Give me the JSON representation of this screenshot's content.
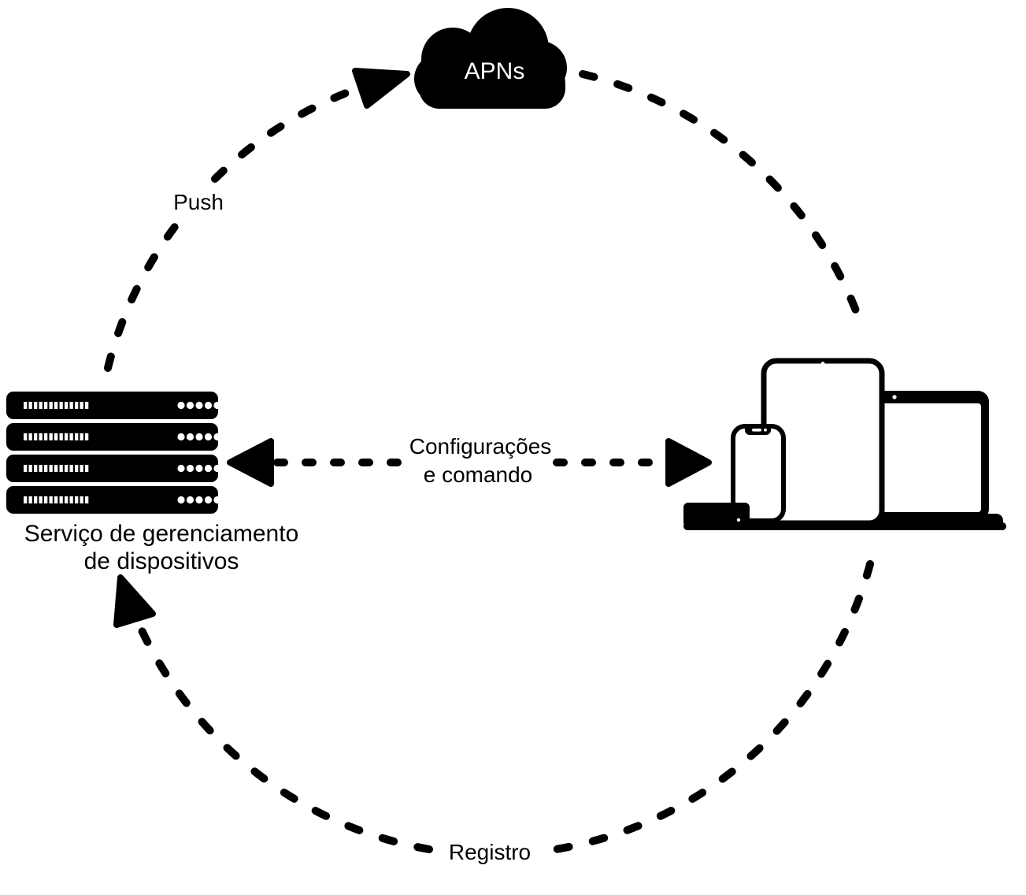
{
  "diagram": {
    "background_color": "#ffffff",
    "ink_color": "#000000",
    "nodes": {
      "apns": {
        "icon": "cloud-icon",
        "label": "APNs",
        "label_color": "#ffffff"
      },
      "server": {
        "icon": "server-rack-icon",
        "label_line1": "Serviço de gerenciamento",
        "label_line2": "de dispositivos"
      },
      "devices": {
        "icons": [
          "apple-tv-icon",
          "iphone-icon",
          "ipad-icon",
          "macbook-icon"
        ]
      }
    },
    "edges": {
      "push": {
        "label": "Push",
        "style": "dashed-arc",
        "arrow_points_to": "apns"
      },
      "apns_to_devices": {
        "style": "dashed-arc"
      },
      "configurations": {
        "label_line1": "Configurações",
        "label_line2": "e comando",
        "style": "dashed-double-arrow"
      },
      "registro": {
        "label": "Registro",
        "style": "dashed-arc",
        "arrow_points_to": "server"
      }
    }
  }
}
